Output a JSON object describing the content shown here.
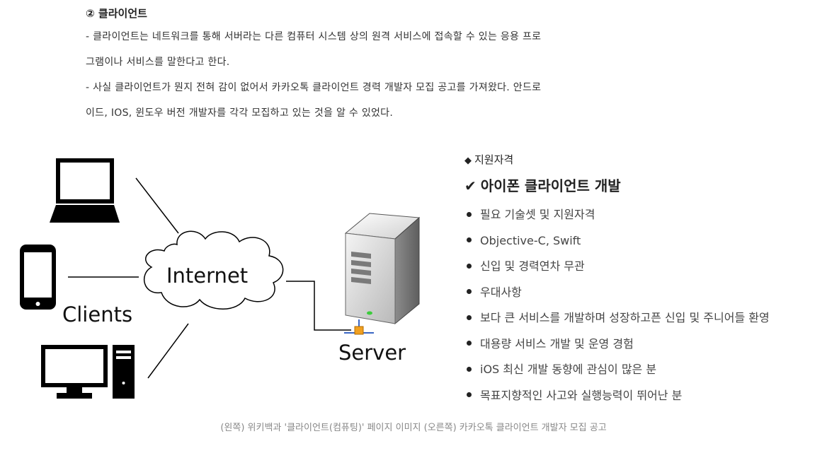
{
  "article": {
    "heading": "② 클라이언트",
    "paragraphs": [
      "- 클라이언트는 네트워크를 통해 서버라는 다른 컴퓨터 시스템 상의 원격 서비스에 접속할 수 있는 응용 프로",
      "그램이나 서비스를 말한다고 한다.",
      "- 사실 클라이언트가 뭔지 전혀 감이 없어서 카카오톡 클라이언트 경력 개발자 모집 공고를 가져왔다. 안드로",
      "이드, IOS, 윈도우 버전 개발자를 각각 모집하고 있는 것을 알 수 있었다."
    ]
  },
  "diagram": {
    "internet_label": "Internet",
    "clients_label": "Clients",
    "server_label": "Server",
    "icons": [
      "laptop-icon",
      "smartphone-icon",
      "desktop-computer-icon",
      "cloud-icon",
      "server-tower-icon",
      "network-connector-icon"
    ]
  },
  "job_posting": {
    "title": "지원자격",
    "title_icon": "◆",
    "headline": "아이폰 클라이언트 개발",
    "headline_icon": "✔",
    "items": [
      "필요 기술셋 및 지원자격",
      "Objective-C, Swift",
      "신입 및 경력연차 무관",
      "우대사항",
      "보다 큰 서비스를 개발하며 성장하고픈 신입 및 주니어들 환영",
      "대용량 서비스 개발 및 운영 경험",
      "iOS 최신 개발 동향에 관심이 많은 분",
      "목표지향적인 사고와 실행능력이 뛰어난 분"
    ]
  },
  "caption": "(왼쪽) 위키백과 '클라이언트(컴퓨팅)' 페이지 이미지 (오른쪽) 카카오톡 클라이언트 개발자 모집 공고"
}
